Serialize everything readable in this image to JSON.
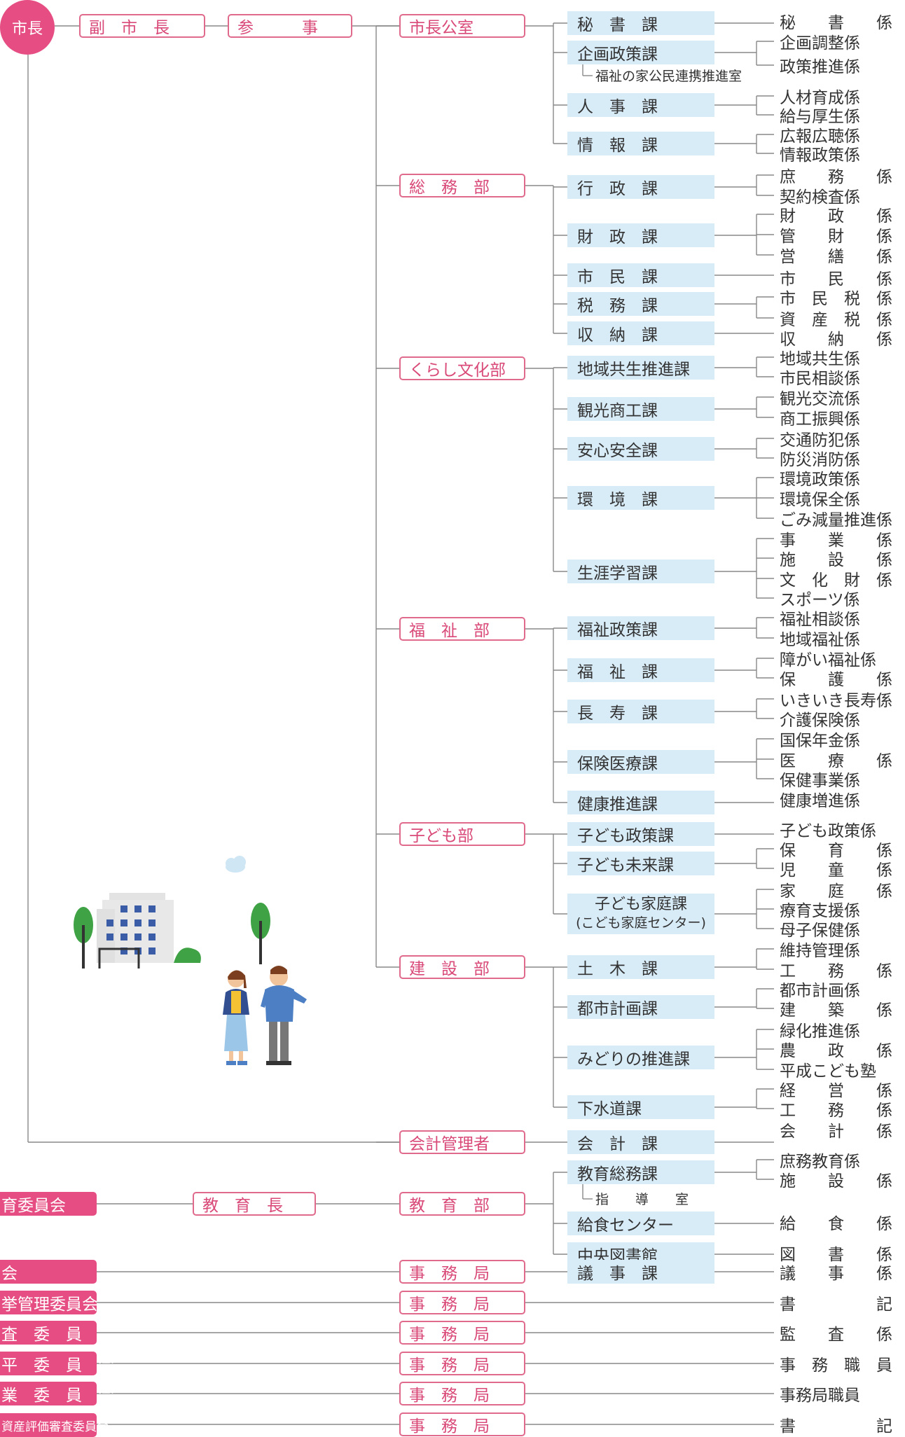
{
  "mayor": "市長",
  "top_row": [
    "副　市　長",
    "参　　　事"
  ],
  "departments": [
    {
      "name": "市長公室",
      "sections": [
        {
          "name": "秘　書　課",
          "units": [
            "秘　　書　　係"
          ]
        },
        {
          "name": "企画政策課",
          "units": [
            "企画調整係",
            "政策推進係"
          ],
          "note": "福祉の家公民連携推進室"
        },
        {
          "name": "人　事　課",
          "units": [
            "人材育成係",
            "給与厚生係"
          ]
        },
        {
          "name": "情　報　課",
          "units": [
            "広報広聴係",
            "情報政策係"
          ]
        }
      ]
    },
    {
      "name": "総　務　部",
      "sections": [
        {
          "name": "行　政　課",
          "units": [
            "庶　　務　　係",
            "契約検査係"
          ]
        },
        {
          "name": "財　政　課",
          "units": [
            "財　　政　　係",
            "管　　財　　係",
            "営　　繕　　係"
          ]
        },
        {
          "name": "市　民　課",
          "units": [
            "市　　民　　係"
          ]
        },
        {
          "name": "税　務　課",
          "units": [
            "市　民　税　係",
            "資　産　税　係"
          ]
        },
        {
          "name": "収　納　課",
          "units": [
            "収　　納　　係"
          ]
        }
      ]
    },
    {
      "name": "くらし文化部",
      "sections": [
        {
          "name": "地域共生推進課",
          "units": [
            "地域共生係",
            "市民相談係"
          ]
        },
        {
          "name": "観光商工課",
          "units": [
            "観光交流係",
            "商工振興係"
          ]
        },
        {
          "name": "安心安全課",
          "units": [
            "交通防犯係",
            "防災消防係"
          ]
        },
        {
          "name": "環　境　課",
          "units": [
            "環境政策係",
            "環境保全係",
            "ごみ減量推進係"
          ]
        },
        {
          "name": "生涯学習課",
          "units": [
            "事　　業　　係",
            "施　　設　　係",
            "文　化　財　係",
            "スポーツ係"
          ]
        }
      ]
    },
    {
      "name": "福　祉　部",
      "sections": [
        {
          "name": "福祉政策課",
          "units": [
            "福祉相談係",
            "地域福祉係"
          ]
        },
        {
          "name": "福　祉　課",
          "units": [
            "障がい福祉係",
            "保　　護　　係"
          ]
        },
        {
          "name": "長　寿　課",
          "units": [
            "いきいき長寿係",
            "介護保険係"
          ]
        },
        {
          "name": "保険医療課",
          "units": [
            "国保年金係",
            "医　　療　　係",
            "保健事業係"
          ]
        },
        {
          "name": "健康推進課",
          "units": [
            "健康増進係"
          ]
        }
      ]
    },
    {
      "name": "子ども部",
      "sections": [
        {
          "name": "子ども政策課",
          "units": [
            "子ども政策係"
          ]
        },
        {
          "name": "子ども未来課",
          "units": [
            "保　　育　　係",
            "児　　童　　係"
          ]
        },
        {
          "name": "子ども家庭課",
          "sub": "(こども家庭センター)",
          "units": [
            "家　　庭　　係",
            "療育支援係",
            "母子保健係"
          ]
        }
      ]
    },
    {
      "name": "建　設　部",
      "sections": [
        {
          "name": "土　木　課",
          "units": [
            "維持管理係",
            "工　　務　　係"
          ]
        },
        {
          "name": "都市計画課",
          "units": [
            "都市計画係",
            "建　　築　　係"
          ]
        },
        {
          "name": "みどりの推進課",
          "units": [
            "緑化推進係",
            "農　　政　　係",
            "平成こども塾"
          ]
        },
        {
          "name": "下水道課",
          "units": [
            "経　　営　　係",
            "工　　務　　係"
          ]
        }
      ]
    },
    {
      "name": "会計管理者",
      "sections": [
        {
          "name": "会　計　課",
          "units": [
            "会　　計　　係"
          ]
        }
      ]
    }
  ],
  "education": {
    "board": "育委員会",
    "superintendent": "教　育　長",
    "department": "教　育　部",
    "sections": [
      {
        "name": "教育総務課",
        "units": [
          "庶務教育係",
          "施　　設　　係"
        ],
        "note": "指　　導　　室"
      },
      {
        "name": "給食センター",
        "units": [
          "給　　食　　係"
        ]
      },
      {
        "name": "中央図書館",
        "units": [
          "図　　書　　係"
        ]
      }
    ]
  },
  "committees": [
    {
      "name": "会",
      "office": "事　務　局",
      "section": "議　事　課",
      "unit": "議　　事　　係"
    },
    {
      "name": "挙管理委員会",
      "office": "事　務　局",
      "unit": "書　　　　　記"
    },
    {
      "name": "査　委　員",
      "office": "事　務　局",
      "unit": "監　　査　　係"
    },
    {
      "name": "平　委　員　会",
      "office": "事　務　局",
      "unit": "事　務　職　員"
    },
    {
      "name": "業　委　員　会",
      "office": "事　務　局",
      "unit": "事務局職員"
    },
    {
      "name": "資産評価審査委員会",
      "office": "事　務　局",
      "unit": "書　　　　　記"
    }
  ],
  "colors": {
    "accent": "#e64d82",
    "accent_line": "#e06a8c",
    "section_bg": "#d8ecf8",
    "line": "#888888"
  }
}
